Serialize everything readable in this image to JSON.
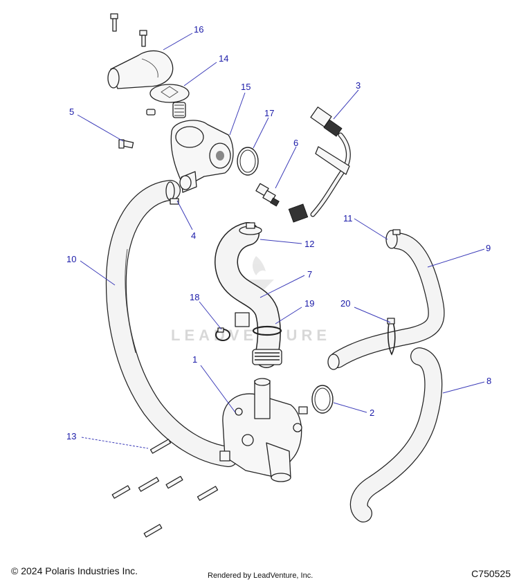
{
  "watermark": "LEADVENTURE",
  "callouts": [
    "16",
    "14",
    "15",
    "17",
    "3",
    "5",
    "6",
    "4",
    "12",
    "11",
    "9",
    "10",
    "7",
    "18",
    "19",
    "20",
    "1",
    "2",
    "8",
    "13"
  ],
  "footer": {
    "copyright": "© 2024 Polaris Industries Inc.",
    "rendered_by": "Rendered by LeadVenture, Inc.",
    "code": "C750525"
  }
}
